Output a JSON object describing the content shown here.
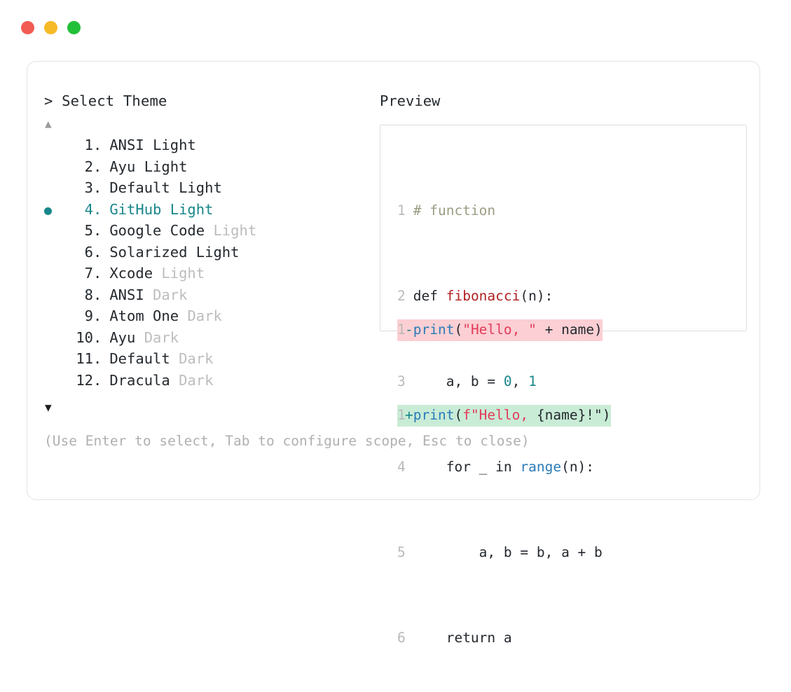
{
  "titlebar": {
    "dots": [
      {
        "name": "close",
        "color": "#f25b53"
      },
      {
        "name": "minimize",
        "color": "#f6b927"
      },
      {
        "name": "maximize",
        "color": "#22bf38"
      }
    ]
  },
  "left": {
    "prompt": "> Select Theme",
    "scroll_up": "▲",
    "scroll_down": "▼",
    "selected_index": 4,
    "items": [
      {
        "num": "1",
        "dot": ".",
        "name": "ANSI",
        "variant": "Light",
        "variant_muted": false,
        "selected": false
      },
      {
        "num": "2",
        "dot": ".",
        "name": "Ayu",
        "variant": "Light",
        "variant_muted": false,
        "selected": false
      },
      {
        "num": "3",
        "dot": ".",
        "name": "Default",
        "variant": "Light",
        "variant_muted": false,
        "selected": false
      },
      {
        "num": "4",
        "dot": ".",
        "name": "GitHub",
        "variant": "Light",
        "variant_muted": false,
        "selected": true
      },
      {
        "num": "5",
        "dot": ".",
        "name": "Google Code",
        "variant": "Light",
        "variant_muted": true,
        "selected": false
      },
      {
        "num": "6",
        "dot": ".",
        "name": "Solarized",
        "variant": "Light",
        "variant_muted": false,
        "selected": false
      },
      {
        "num": "7",
        "dot": ".",
        "name": "Xcode",
        "variant": "Light",
        "variant_muted": true,
        "selected": false
      },
      {
        "num": "8",
        "dot": ".",
        "name": "ANSI",
        "variant": "Dark",
        "variant_muted": true,
        "selected": false
      },
      {
        "num": "9",
        "dot": ".",
        "name": "Atom One",
        "variant": "Dark",
        "variant_muted": true,
        "selected": false
      },
      {
        "num": "10",
        "dot": ".",
        "name": "Ayu",
        "variant": "Dark",
        "variant_muted": true,
        "selected": false
      },
      {
        "num": "11",
        "dot": ".",
        "name": "Default",
        "variant": "Dark",
        "variant_muted": true,
        "selected": false
      },
      {
        "num": "12",
        "dot": ".",
        "name": "Dracula",
        "variant": "Dark",
        "variant_muted": true,
        "selected": false
      }
    ],
    "hint": "(Use Enter to select, Tab to configure scope, Esc to close)"
  },
  "right": {
    "label": "Preview",
    "code_lines": [
      {
        "ln": "1",
        "text": "# function"
      },
      {
        "ln": "2",
        "text": "def fibonacci(n):"
      },
      {
        "ln": "3",
        "text": "    a, b = 0, 1"
      },
      {
        "ln": "4",
        "text": "    for _ in range(n):"
      },
      {
        "ln": "5",
        "text": "        a, b = b, a + b"
      },
      {
        "ln": "6",
        "text": "    return a"
      }
    ],
    "code_tokens": {
      "l1_comment": "# function",
      "l2_def": "def ",
      "l2_fn": "fibonacci",
      "l2_rest": "(n):",
      "l3_pre": "    a, b = ",
      "l3_n0": "0",
      "l3_mid": ", ",
      "l3_n1": "1",
      "l4_pre": "    for _ in ",
      "l4_builtin": "range",
      "l4_rest": "(n):",
      "l5_text": "        a, b = b, a + b",
      "l6_text": "    return a"
    },
    "diff": [
      {
        "ln": "1",
        "marker": "-",
        "kind": "del",
        "call": "print",
        "open": "(",
        "str": "\"Hello, \"",
        "tail": " + name)"
      },
      {
        "ln": "1",
        "marker": "+",
        "kind": "add",
        "call": "print",
        "open": "(",
        "str": "f\"Hello,",
        "tail": " {name}!\")"
      }
    ]
  },
  "colors": {
    "accent_teal": "#18868a",
    "muted_gray": "#bdbdbd",
    "diff_del_bg": "#fbcfd3",
    "diff_add_bg": "#c9ecd7",
    "function_red": "#b02121",
    "builtin_blue": "#2a7bb8",
    "string_red": "#e23b5a",
    "comment_olive": "#9b9c82"
  }
}
